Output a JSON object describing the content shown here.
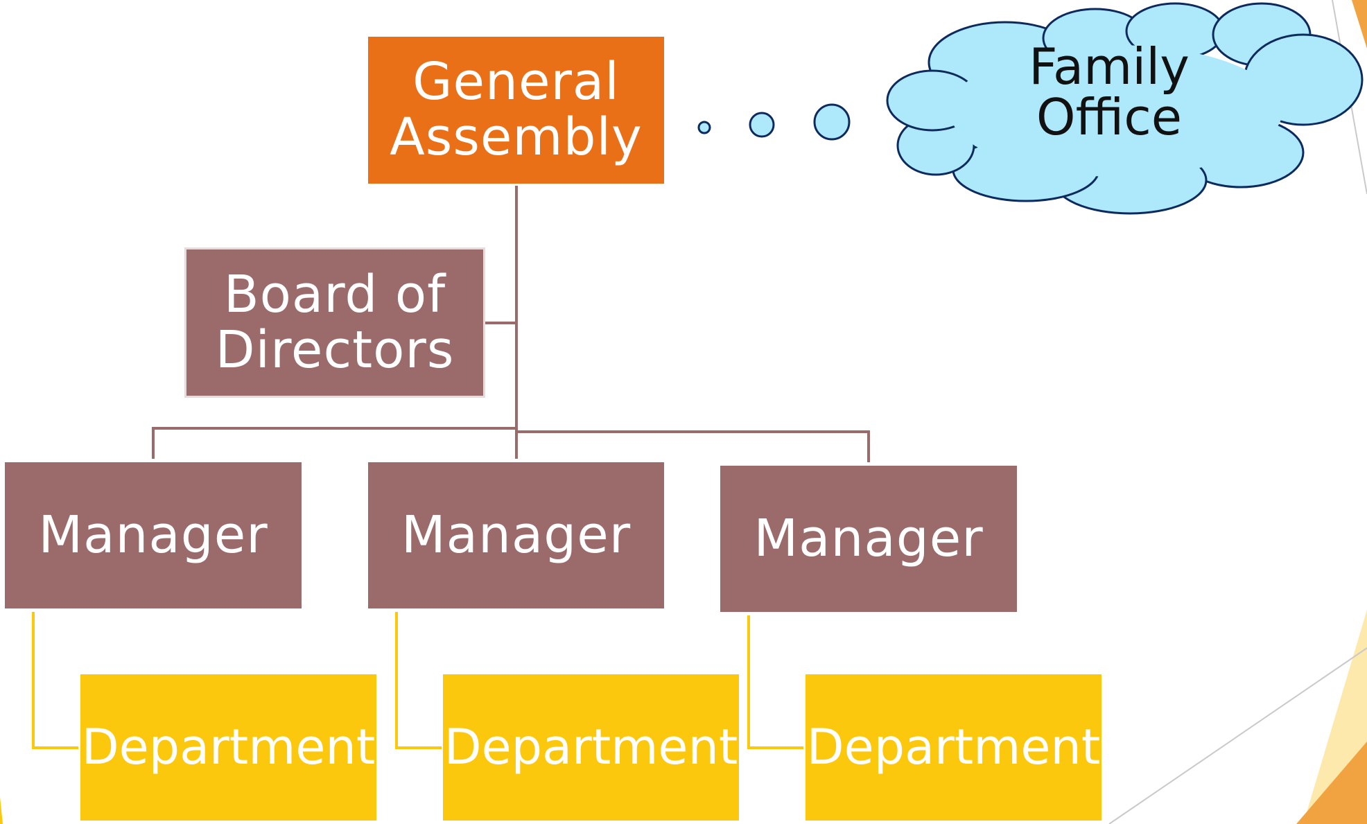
{
  "general_assembly": "General Assembly",
  "board": "Board of Directors",
  "managers": [
    "Manager",
    "Manager",
    "Manager"
  ],
  "departments": [
    "Department",
    "Department",
    "Department"
  ],
  "family_office": "Family Office",
  "colors": {
    "general_assembly": "#ea7017",
    "board_and_managers": "#9b6b6b",
    "departments": "#fcc80d",
    "cloud_fill": "#aee8fb",
    "cloud_stroke": "#0d2a5c",
    "connector_brown": "#9b6b6b",
    "connector_yellow": "#fcc80d"
  }
}
